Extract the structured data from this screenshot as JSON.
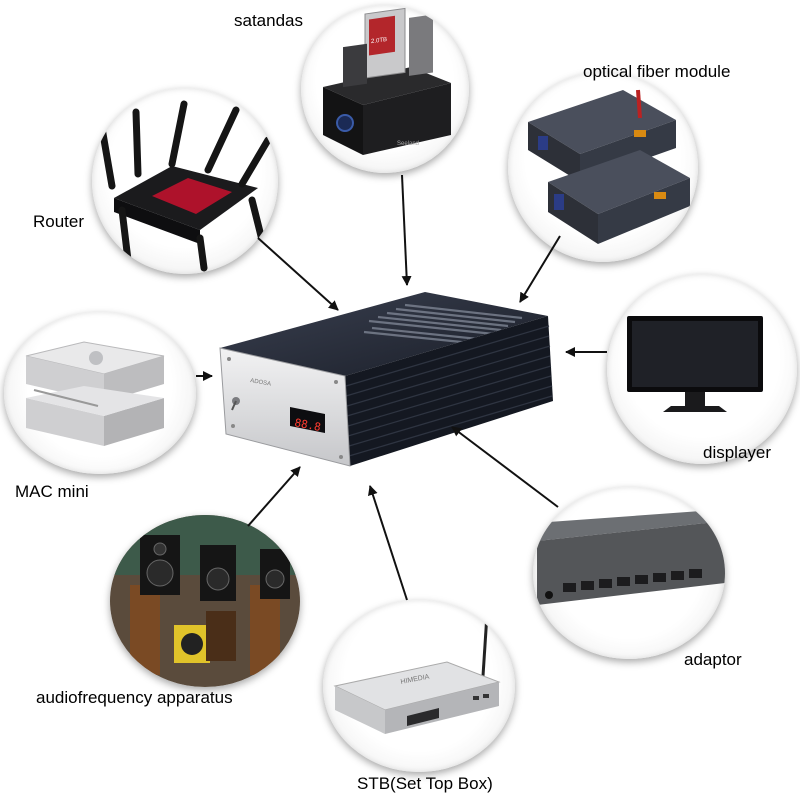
{
  "labels": {
    "satandas": "satandas",
    "optical": "optical fiber module",
    "router": "Router",
    "displayer": "displayer",
    "macmini": "MAC mini",
    "adaptor": "adaptor",
    "audio": "audiofrequency apparatus",
    "stb": "STB(Set Top Box)"
  },
  "device_text": {
    "power_supply_display": "88.8",
    "hdd_label": "2.0TB",
    "stb_brand": "HIMEDIA",
    "dock_brand": "Seeland"
  },
  "icons": [
    "hdd-dock-icon",
    "optical-fiber-module-icon",
    "router-icon",
    "monitor-icon",
    "mac-mini-icon",
    "network-switch-icon",
    "speakers-icon",
    "set-top-box-icon",
    "linear-power-supply-icon"
  ],
  "colors": {
    "arrow": "#111111",
    "circle_shadow": "#9a9a9a",
    "case_dark": "#1b1f2a",
    "panel_silver": "#d9dadc",
    "display_digits": "#ff3b2f"
  }
}
